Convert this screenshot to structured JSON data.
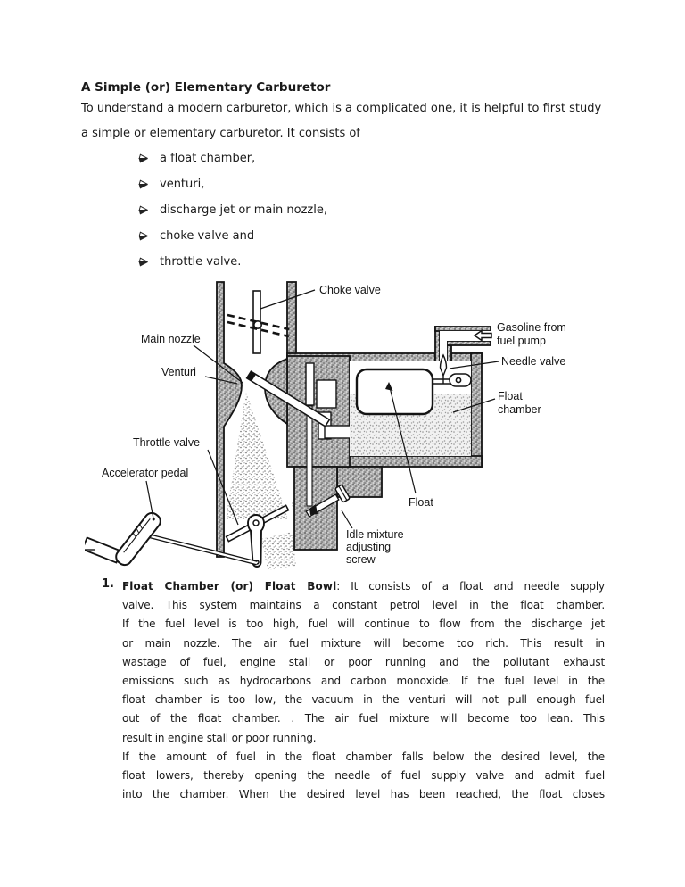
{
  "content": {
    "title": "A Simple (or) Elementary Carburetor",
    "intro_lines": [
      "To understand a modern carburetor, which is a complicated one, it is helpful to first study",
      "a simple or elementary carburetor. It consists of"
    ],
    "bullets": [
      "a float chamber,",
      "venturi,",
      "discharge jet or main nozzle,",
      "choke valve and",
      "throttle valve."
    ],
    "numbered": {
      "number": "1.",
      "lead_bold": "Float Chamber (or) Float Bowl",
      "lead_rest": ": It consists of a float and needle supply",
      "p1": [
        "valve. This system maintains a constant petrol level in the float chamber.",
        "If the fuel level is too high, fuel will continue to flow from the discharge jet",
        "or main nozzle. The air fuel mixture will become too rich. This result in",
        "wastage of fuel, engine stall or poor running and the pollutant exhaust",
        "emissions such as hydrocarbons and carbon monoxide. If the fuel level in the",
        "float chamber is too low, the vacuum in the venturi will not pull enough fuel",
        "out of the float chamber. . The air fuel mixture will become too lean. This",
        "result in engine stall or poor running."
      ],
      "p2": [
        "If the amount of fuel in the float chamber falls below the desired level, the",
        "float lowers, thereby opening the needle of fuel supply valve and admit fuel",
        "into the chamber. When the desired level has been reached, the float closes"
      ]
    }
  },
  "diagram": {
    "labels": {
      "choke_valve": "Choke valve",
      "gasoline_line1": "Gasoline from",
      "gasoline_line2": "fuel pump",
      "needle_valve": "Needle valve",
      "float_chamber_line1": "Float",
      "float_chamber_line2": "chamber",
      "main_nozzle": "Main nozzle",
      "venturi": "Venturi",
      "throttle_valve": "Throttle valve",
      "accelerator_pedal": "Accelerator pedal",
      "float": "Float",
      "idle_line1": "Idle mixture",
      "idle_line2": "adjusting",
      "idle_line3": "screw"
    },
    "colors": {
      "ink": "#141414",
      "wall_gray": "#b0b0b0",
      "fuel_gray": "#f0f0f0"
    }
  }
}
